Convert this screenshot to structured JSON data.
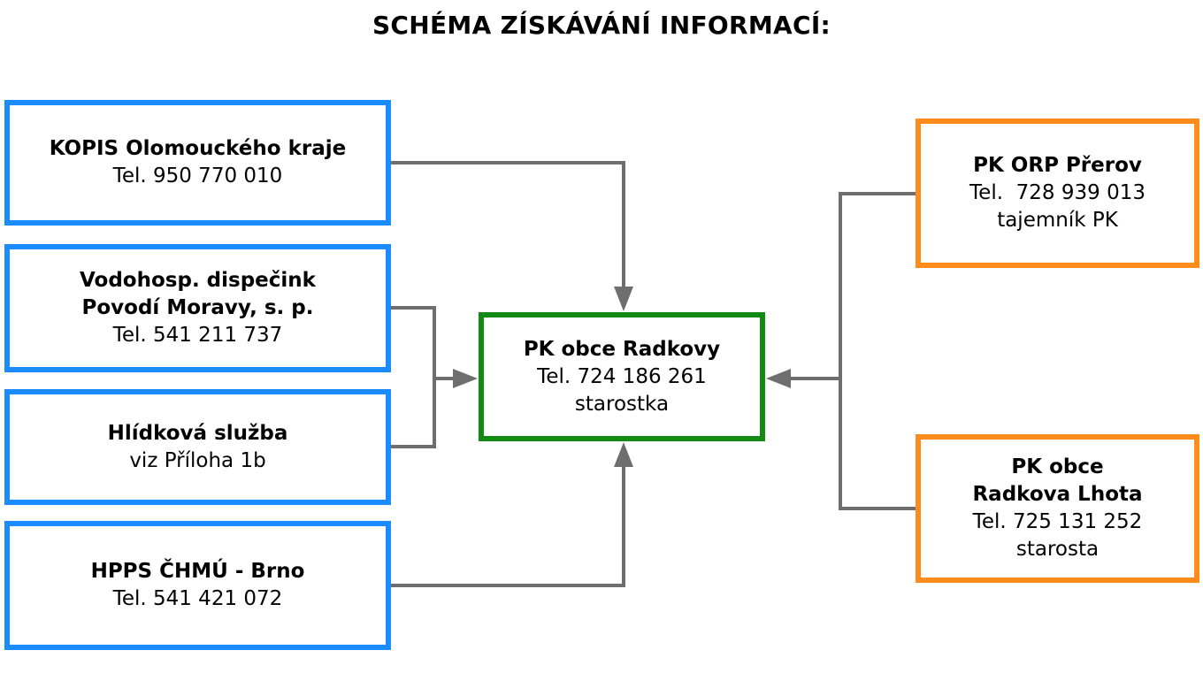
{
  "title": "SCHÉMA ZÍSKÁVÁNÍ INFORMACÍ:",
  "colors": {
    "source_border": "#1a8cff",
    "center_border": "#138a13",
    "partner_border": "#ff8c1a",
    "connector": "#6e6e6e"
  },
  "nodes": {
    "kopis": {
      "name": "KOPIS Olomouckého kraje",
      "line1": "Tel. 950 770 010"
    },
    "vodohosp": {
      "name_line1": "Vodohosp. dispečink",
      "name_line2": "Povodí Moravy, s. p.",
      "line1": "Tel. 541 211 737"
    },
    "hlidkova": {
      "name": "Hlídková služba",
      "line1": "viz Příloha 1b"
    },
    "hpps": {
      "name": "HPPS ČHMÚ - Brno",
      "line1": "Tel. 541 421 072"
    },
    "center": {
      "name": "PK obce Radkovy",
      "line1": "Tel. 724 186 261",
      "line2": "starostka"
    },
    "orp": {
      "name": "PK ORP Přerov",
      "line1": "Tel.  728 939 013",
      "line2": "tajemník PK"
    },
    "lhota": {
      "name_line1": "PK obce",
      "name_line2": "Radkova Lhota",
      "line1": "Tel. 725 131 252",
      "line2": "starosta"
    }
  },
  "edges": [
    {
      "from": "kopis",
      "to": "center"
    },
    {
      "from": "vodohosp",
      "to": "center"
    },
    {
      "from": "hlidkova",
      "to": "center"
    },
    {
      "from": "hpps",
      "to": "center"
    },
    {
      "from": "orp",
      "to": "center"
    },
    {
      "from": "lhota",
      "to": "center"
    }
  ]
}
